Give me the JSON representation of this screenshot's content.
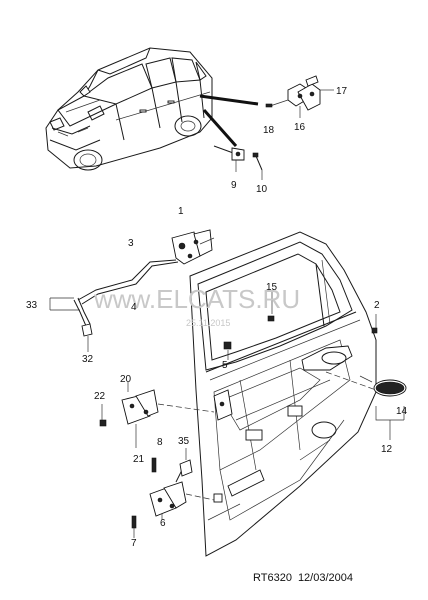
{
  "callouts": [
    {
      "id": "c1",
      "text": "1"
    },
    {
      "id": "c2",
      "text": "2"
    },
    {
      "id": "c3",
      "text": "3"
    },
    {
      "id": "c4",
      "text": "4"
    },
    {
      "id": "c5",
      "text": "5"
    },
    {
      "id": "c6",
      "text": "6"
    },
    {
      "id": "c7",
      "text": "7"
    },
    {
      "id": "c8",
      "text": "8"
    },
    {
      "id": "c9",
      "text": "9"
    },
    {
      "id": "c10",
      "text": "10"
    },
    {
      "id": "c12",
      "text": "12"
    },
    {
      "id": "c14",
      "text": "14"
    },
    {
      "id": "c15",
      "text": "15"
    },
    {
      "id": "c16",
      "text": "16"
    },
    {
      "id": "c17",
      "text": "17"
    },
    {
      "id": "c18",
      "text": "18"
    },
    {
      "id": "c20",
      "text": "20"
    },
    {
      "id": "c21",
      "text": "21"
    },
    {
      "id": "c22",
      "text": "22"
    },
    {
      "id": "c32",
      "text": "32"
    },
    {
      "id": "c33",
      "text": "33"
    },
    {
      "id": "c35",
      "text": "35"
    }
  ],
  "footer": {
    "code": "RT6320",
    "date": "12/03/2004"
  },
  "watermark": {
    "main": "www.ELCATS.RU",
    "sub": "25.11.2015"
  }
}
